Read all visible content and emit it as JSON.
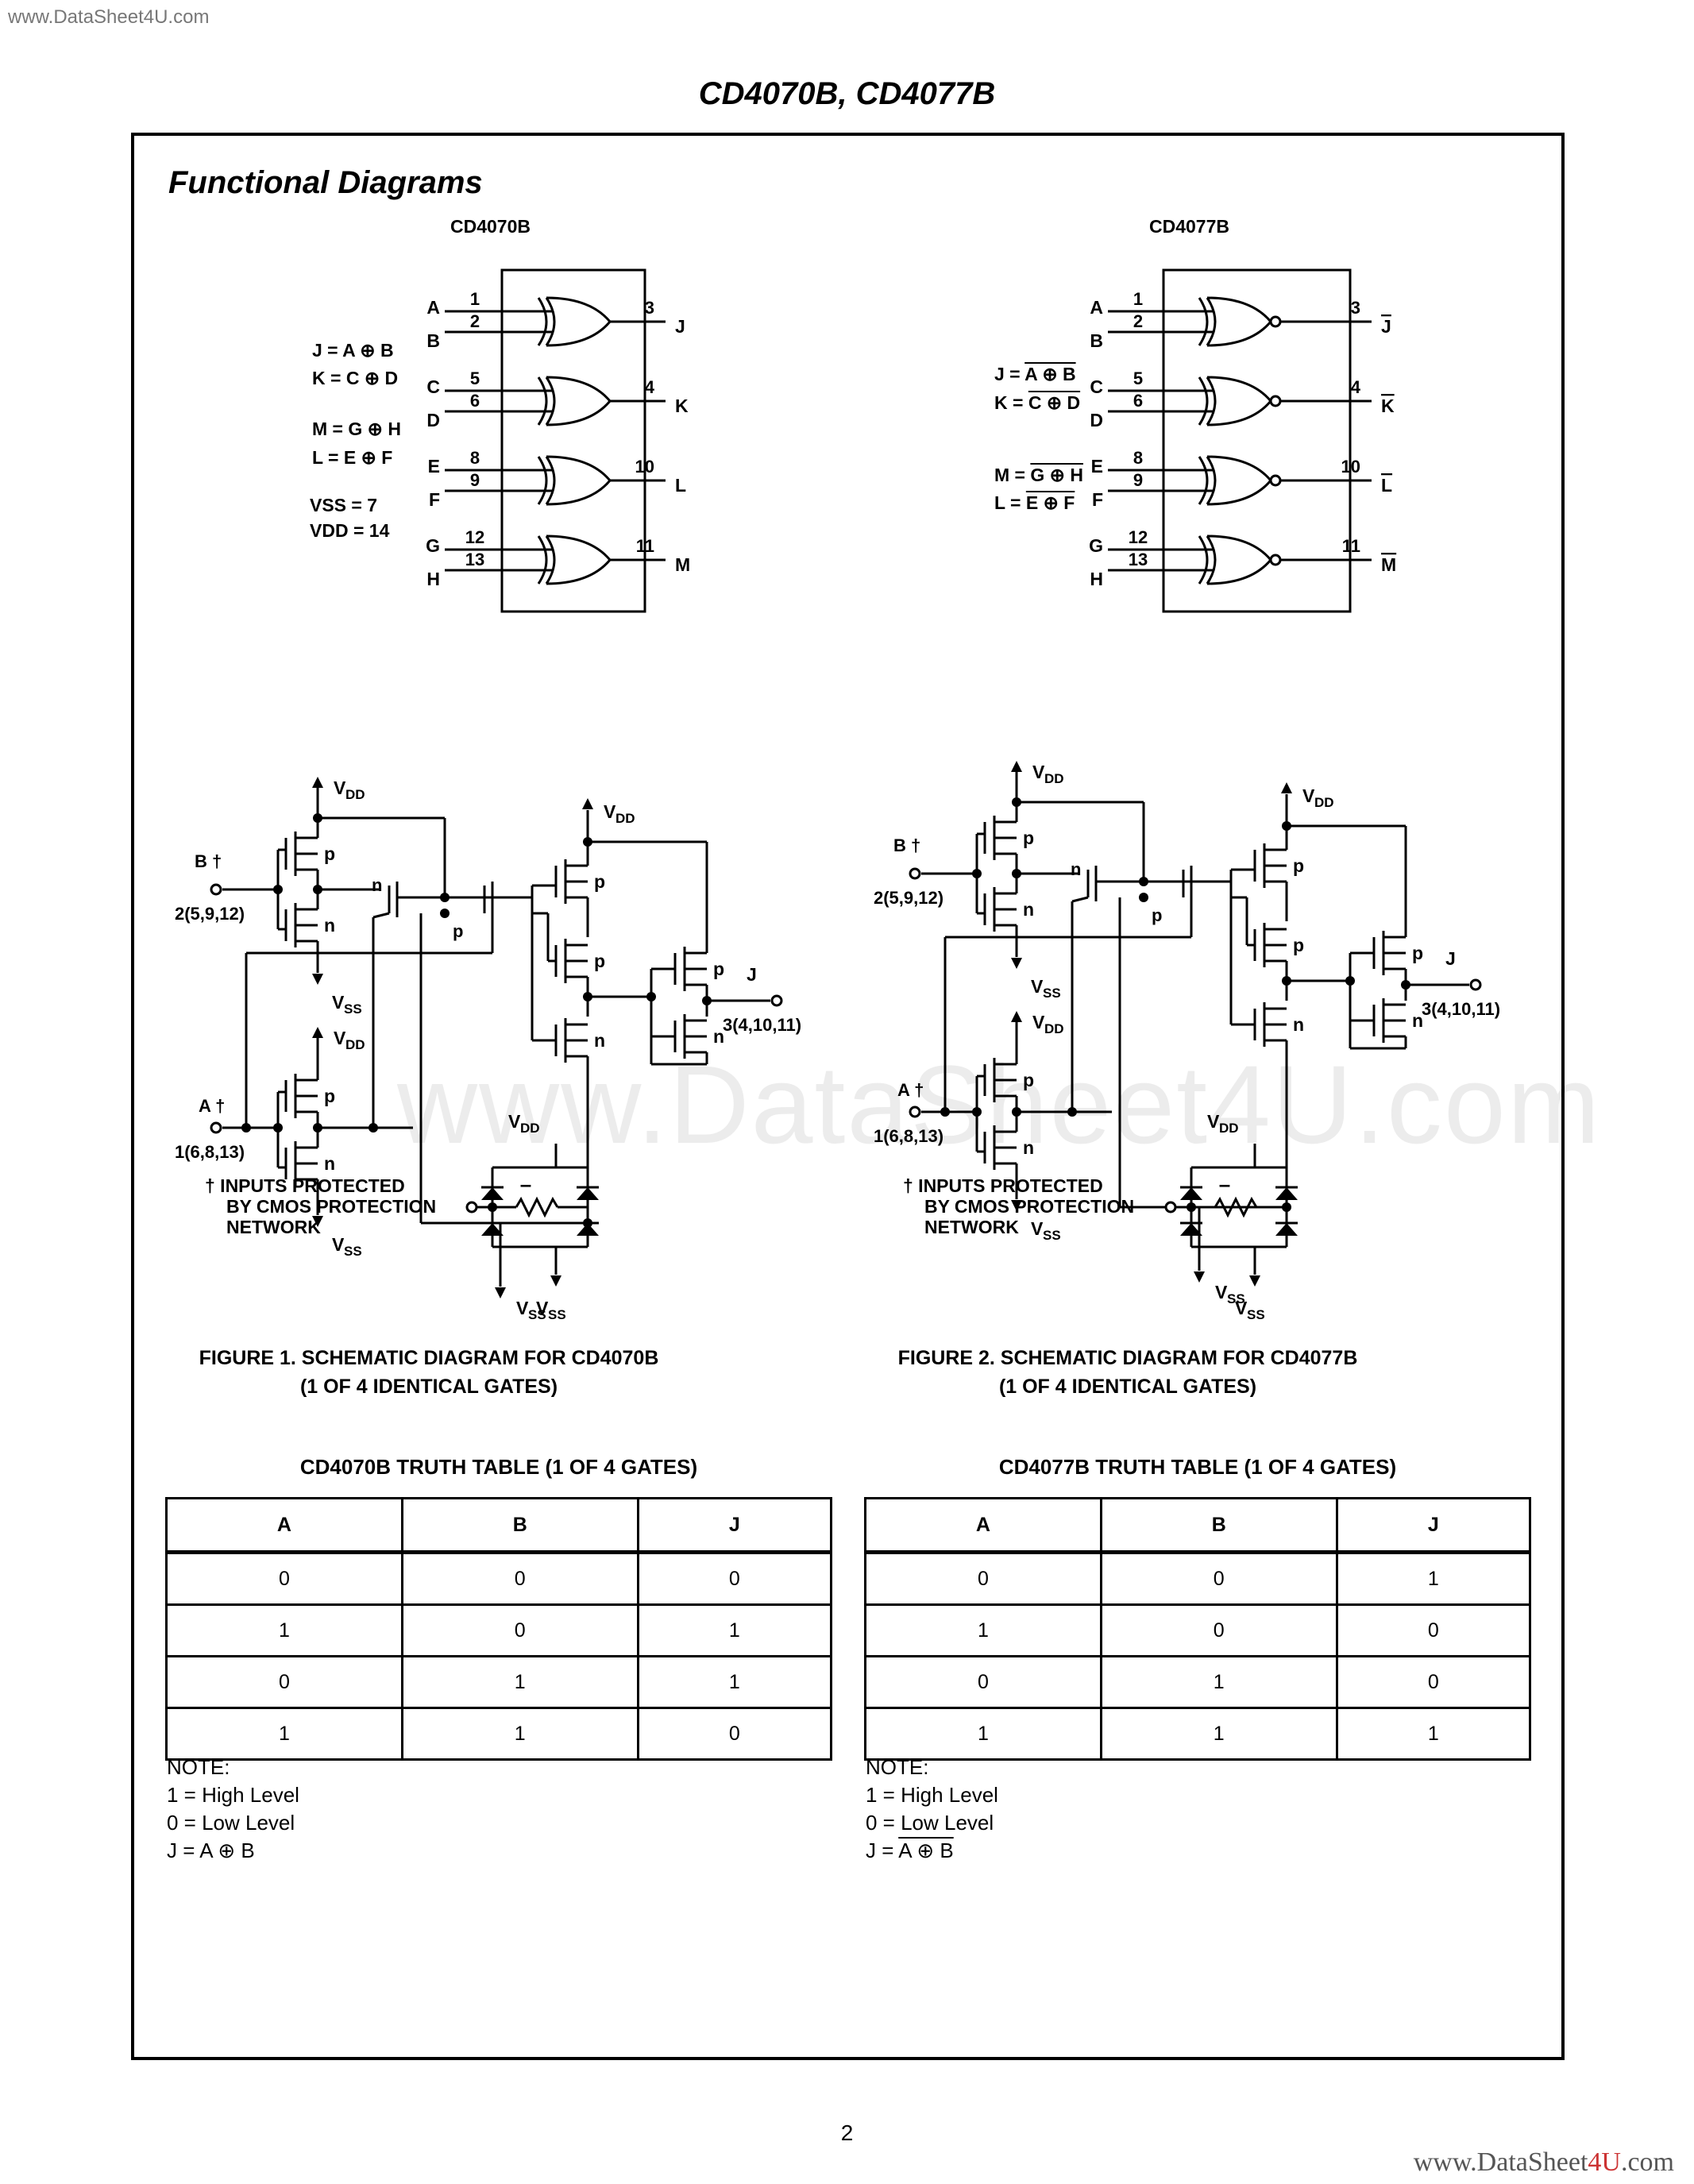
{
  "watermark_top": "www.DataSheet4U.com",
  "watermark_bottom_pre": "www.DataSheet",
  "watermark_bottom_hl": "4U",
  "watermark_bottom_post": ".com",
  "center_watermark": "www.DataSheet4U.com",
  "doc_title": "CD4070B, CD4077B",
  "section_title": "Functional Diagrams",
  "diagrams": {
    "left": {
      "chip": "CD4070B",
      "gates": [
        {
          "in1": "A",
          "pin1": "1",
          "in2": "B",
          "pin2": "2",
          "out_pin": "3",
          "out": "J"
        },
        {
          "in1": "C",
          "pin1": "5",
          "in2": "D",
          "pin2": "6",
          "out_pin": "4",
          "out": "K"
        },
        {
          "in1": "E",
          "pin1": "8",
          "in2": "F",
          "pin2": "9",
          "out_pin": "10",
          "out": "L"
        },
        {
          "in1": "G",
          "pin1": "12",
          "in2": "H",
          "pin2": "13",
          "out_pin": "11",
          "out": "M"
        }
      ],
      "eqs": [
        "J = A ⊕ B",
        "K = C ⊕ D",
        "M = G ⊕ H",
        "L = E ⊕ F"
      ],
      "vss": "VSS = 7",
      "vdd": "VDD = 14"
    },
    "right": {
      "chip": "CD4077B",
      "gates": [
        {
          "in1": "A",
          "pin1": "1",
          "in2": "B",
          "pin2": "2",
          "out_pin": "3",
          "out": "J"
        },
        {
          "in1": "C",
          "pin1": "5",
          "in2": "D",
          "pin2": "6",
          "out_pin": "4",
          "out": "K"
        },
        {
          "in1": "E",
          "pin1": "8",
          "in2": "F",
          "pin2": "9",
          "out_pin": "10",
          "out": "L"
        },
        {
          "in1": "G",
          "pin1": "12",
          "in2": "H",
          "pin2": "13",
          "out_pin": "11",
          "out": "M"
        }
      ],
      "eqs": [
        {
          "lhs": "J =",
          "rhs": "A ⊕ B"
        },
        {
          "lhs": "K =",
          "rhs": "C ⊕ D"
        },
        {
          "lhs": "M =",
          "rhs": "G ⊕ H"
        },
        {
          "lhs": "L =",
          "rhs": "E ⊕ F"
        }
      ]
    }
  },
  "schematic": {
    "vdd": "VDD",
    "vss": "VSS",
    "p": "p",
    "n": "n",
    "input_b": "B †",
    "input_b_pins": "2(5,9,12)",
    "input_a": "A †",
    "input_a_pins": "1(6,8,13)",
    "output": "J",
    "output_pins": "3(4,10,11)",
    "protect_note": [
      "†  INPUTS PROTECTED",
      "BY CMOS PROTECTION",
      "NETWORK"
    ]
  },
  "figures": {
    "fig1": [
      "FIGURE 1.  SCHEMATIC DIAGRAM FOR CD4070B",
      "(1 OF 4 IDENTICAL GATES)"
    ],
    "fig2": [
      "FIGURE 2.  SCHEMATIC DIAGRAM FOR CD4077B",
      "(1 OF 4 IDENTICAL GATES)"
    ]
  },
  "tables": {
    "left": {
      "title": "CD4070B TRUTH TABLE (1 OF 4 GATES)",
      "headers": [
        "A",
        "B",
        "J"
      ],
      "rows": [
        [
          "0",
          "0",
          "0"
        ],
        [
          "1",
          "0",
          "1"
        ],
        [
          "0",
          "1",
          "1"
        ],
        [
          "1",
          "1",
          "0"
        ]
      ],
      "note_title": "NOTE:",
      "notes": [
        "1 = High Level",
        "0 = Low Level"
      ],
      "note_eq": "J = A ⊕ B"
    },
    "right": {
      "title": "CD4077B TRUTH TABLE (1 OF 4 GATES)",
      "headers": [
        "A",
        "B",
        "J"
      ],
      "rows": [
        [
          "0",
          "0",
          "1"
        ],
        [
          "1",
          "0",
          "0"
        ],
        [
          "0",
          "1",
          "0"
        ],
        [
          "1",
          "1",
          "1"
        ]
      ],
      "note_title": "NOTE:",
      "notes": [
        "1 = High Level",
        "0 = Low Level"
      ],
      "note_eq_lhs": "J =",
      "note_eq_rhs": "A ⊕ B"
    }
  },
  "page_number": "2"
}
